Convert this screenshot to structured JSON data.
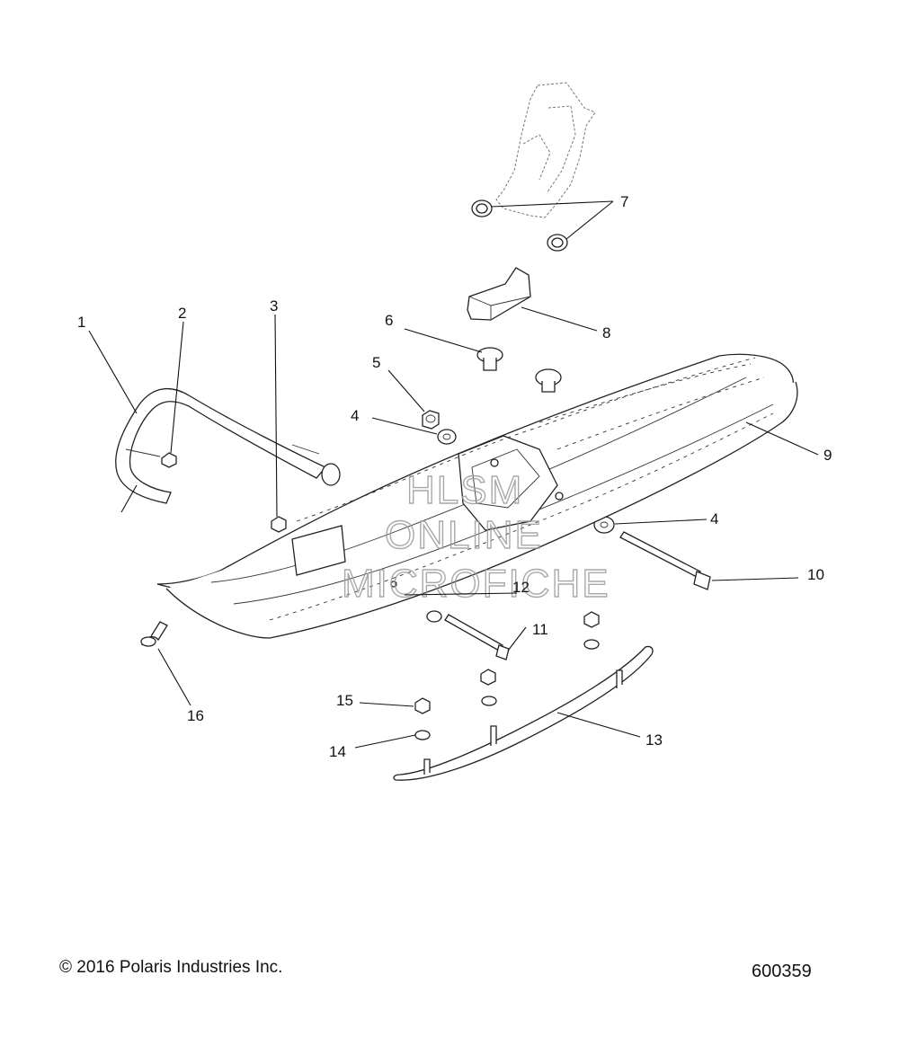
{
  "callouts": [
    {
      "id": "c1",
      "label": "1"
    },
    {
      "id": "c2",
      "label": "2"
    },
    {
      "id": "c3",
      "label": "3"
    },
    {
      "id": "c4a",
      "label": "4"
    },
    {
      "id": "c4b",
      "label": "4"
    },
    {
      "id": "c5",
      "label": "5"
    },
    {
      "id": "c6",
      "label": "6"
    },
    {
      "id": "c7",
      "label": "7"
    },
    {
      "id": "c8",
      "label": "8"
    },
    {
      "id": "c9",
      "label": "9"
    },
    {
      "id": "c10",
      "label": "10"
    },
    {
      "id": "c11",
      "label": "11"
    },
    {
      "id": "c12",
      "label": "12"
    },
    {
      "id": "c13",
      "label": "13"
    },
    {
      "id": "c14",
      "label": "14"
    },
    {
      "id": "c15",
      "label": "15"
    },
    {
      "id": "c16",
      "label": "16"
    }
  ],
  "watermark": [
    "HLSM",
    "ONLINE",
    "MICROFICHE"
  ],
  "footer": {
    "copyright": "© 2016 Polaris Industries Inc.",
    "figure_number": "600359"
  }
}
